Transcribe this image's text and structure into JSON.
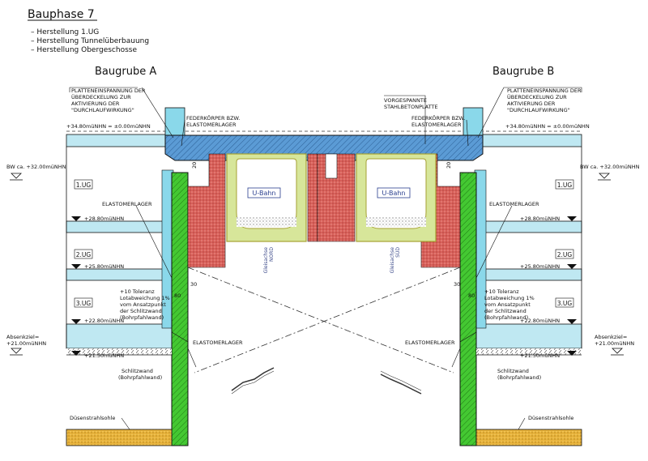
{
  "title": "Bauphase 7",
  "steps": [
    "– Herstellung 1.UG",
    "– Herstellung Tunnelüberbauung",
    "– Herstellung Obergeschosse"
  ],
  "pit_a": "Baugrube A",
  "pit_b": "Baugrube B",
  "note_platten": [
    "PLATTENEINSPANNUNG DER",
    "ÜBERDECKELUNG ZUR",
    "AKTIVIERUNG DER",
    "\"DURCHLAUFWIRKUNG\""
  ],
  "note_vorgespannt": [
    "VORGESPANNTE",
    "STAHLBETONPLATTE"
  ],
  "note_feder": [
    "FEDERKÖRPER BZW.",
    "ELASTOMERLAGER"
  ],
  "elastomer": "ELASTOMERLAGER",
  "level_top": "+34.80müNHN = ±0.00müNHN",
  "level_bw": "BW ca. +32.00müNHN",
  "floor_1": "1.UG",
  "floor_2": "2.UG",
  "floor_3": "3.UG",
  "level_2880": "+28.80müNHN",
  "level_2580": "+25.80müNHN",
  "level_2280": "+22.80müNHN",
  "level_2150": "+21.50müNHN",
  "absenk": [
    "Absenkziel=",
    "+21.00müNHN"
  ],
  "toleranz": [
    "+10 Toleranz",
    "Lotabweichung 1%",
    "vom Ansatzpunkt",
    "der Schlitzwand",
    "(Bohrpfahlwand)"
  ],
  "schlitz": [
    "Schlitzwand",
    "(Bohrpfahlwand)"
  ],
  "duesen": "Düsenstrahlsohle",
  "ubahn": "U-Bahn",
  "gleis_n": [
    "Gleisachse",
    "NORD"
  ],
  "gleis_s": [
    "Gleisachse",
    "SÜD"
  ],
  "dim_80": "80",
  "dim_30": "30",
  "dim_20": "20",
  "colors": {
    "slab": "#5b9bd5",
    "floor": "#bfe8f2",
    "wall": "#44c832",
    "column": "#8ad8ea",
    "tunnel_fill": "#d7e69a",
    "tunnel_line": "#a6a234",
    "brick": "#d9605a",
    "sole": "#e8b33c"
  }
}
